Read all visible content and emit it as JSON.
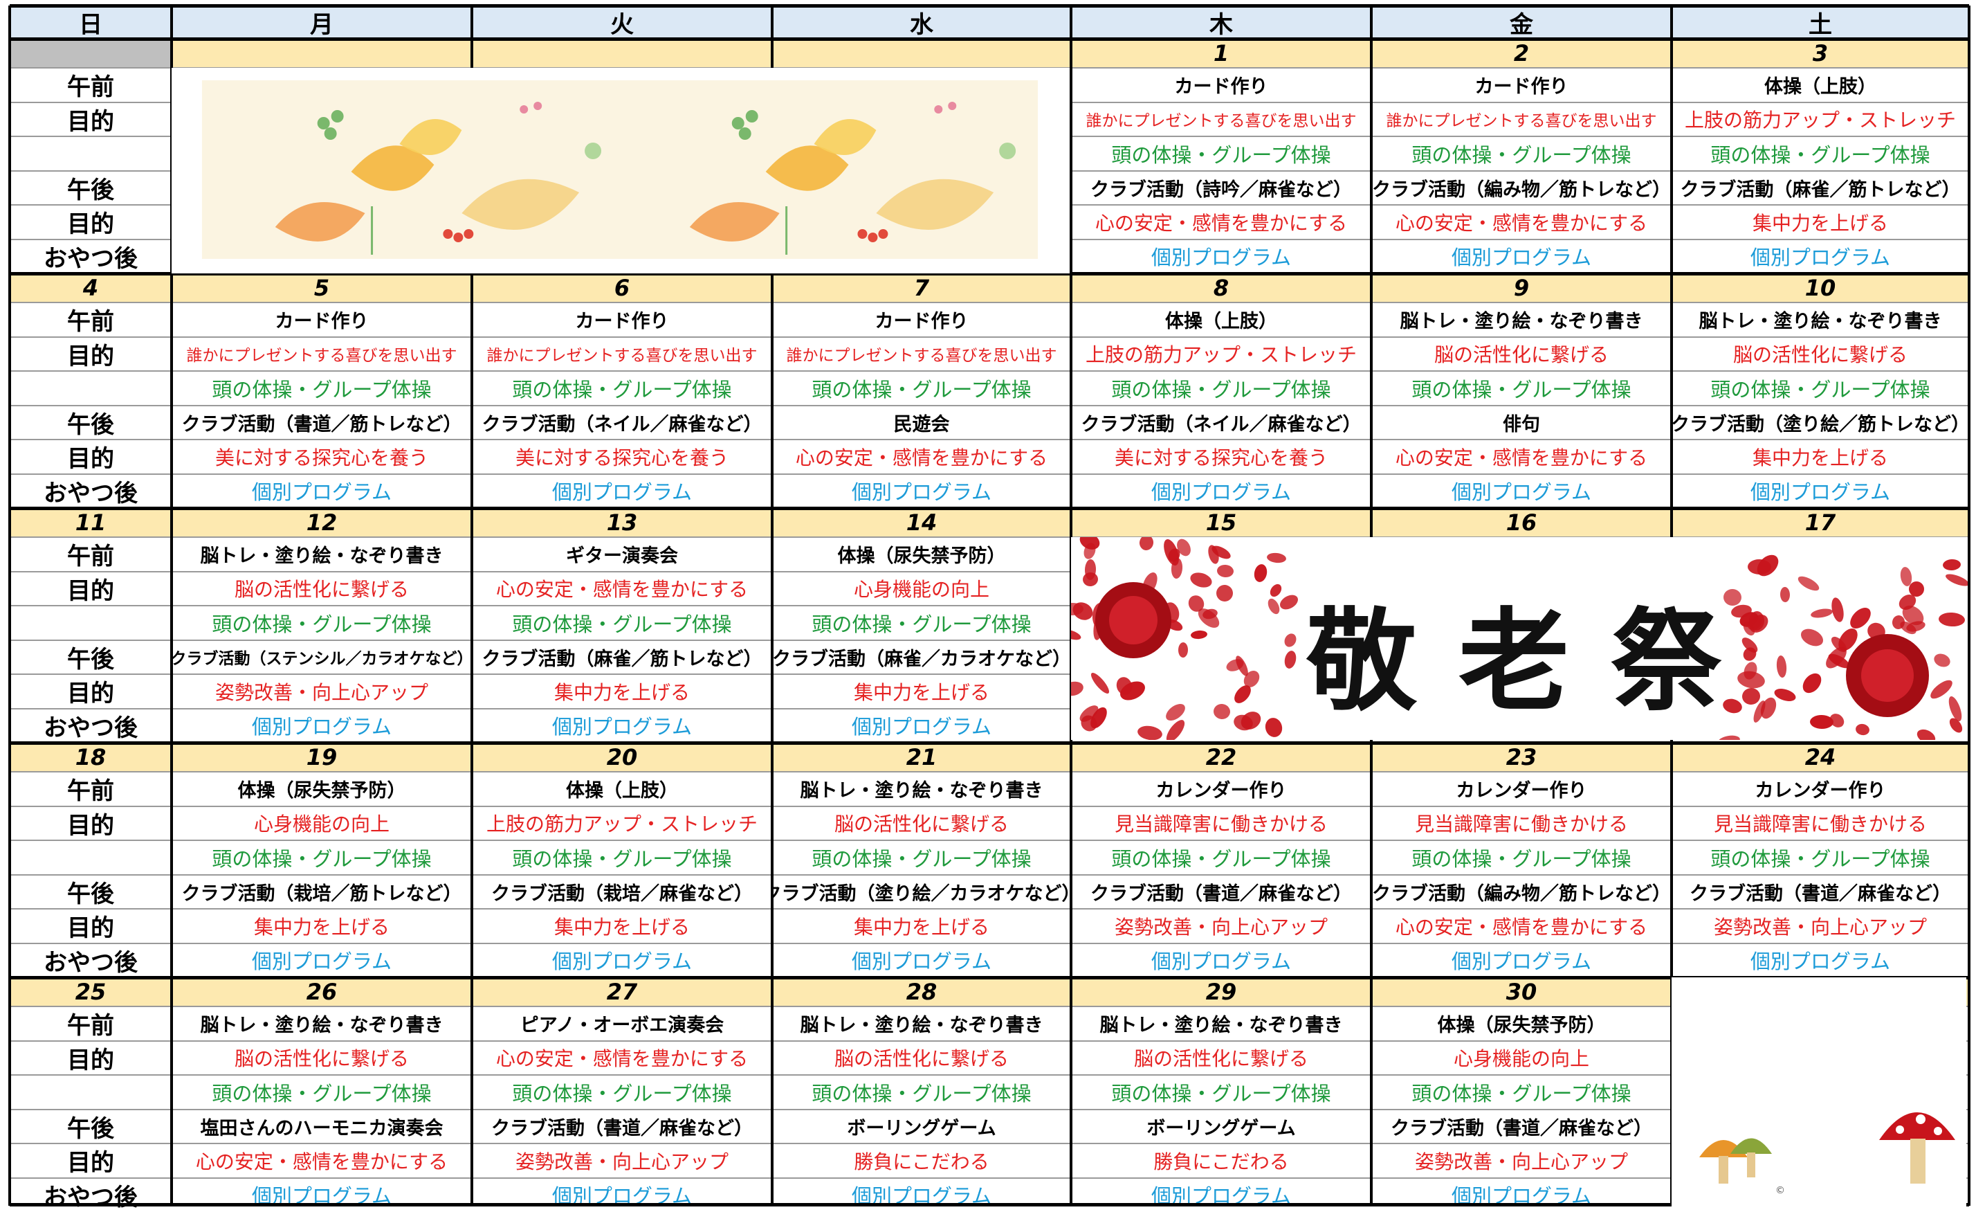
{
  "weekdays": [
    "日",
    "月",
    "火",
    "水",
    "木",
    "金",
    "土"
  ],
  "row_labels": [
    "午前",
    "目的",
    "",
    "午後",
    "目的",
    "おやつ後"
  ],
  "event": {
    "title": "敬老祭",
    "icon": "rose-petals-icon"
  },
  "corner_decor": {
    "icon": "mushroom-icon",
    "credit": "© "
  },
  "banner_decor": {
    "icon": "autumn-leaves-icon"
  },
  "colors": {
    "header_bg": "#dbe8f5",
    "date_bg": "#fde9b0",
    "goal": "#e52222",
    "exercise": "#1f9a3c",
    "individual": "#1b9bd8"
  },
  "weeks": [
    {
      "dates": [
        "",
        "",
        "",
        "",
        "1",
        "2",
        "3"
      ],
      "days": [
        null,
        null,
        null,
        null,
        {
          "am": "カード作り",
          "goal1": "誰かにプレゼントする喜びを思い出す",
          "ex": "頭の体操・グループ体操",
          "pm": "クラブ活動（詩吟／麻雀など）",
          "goal2": "心の安定・感情を豊かにする",
          "ind": "個別プログラム"
        },
        {
          "am": "カード作り",
          "goal1": "誰かにプレゼントする喜びを思い出す",
          "ex": "頭の体操・グループ体操",
          "pm": "クラブ活動（編み物／筋トレなど）",
          "goal2": "心の安定・感情を豊かにする",
          "ind": "個別プログラム"
        },
        {
          "am": "体操（上肢）",
          "goal1": "上肢の筋力アップ・ストレッチ",
          "ex": "頭の体操・グループ体操",
          "pm": "クラブ活動（麻雀／筋トレなど）",
          "goal2": "集中力を上げる",
          "ind": "個別プログラム"
        }
      ]
    },
    {
      "dates": [
        "4",
        "5",
        "6",
        "7",
        "8",
        "9",
        "10"
      ],
      "days": [
        null,
        {
          "am": "カード作り",
          "goal1": "誰かにプレゼントする喜びを思い出す",
          "ex": "頭の体操・グループ体操",
          "pm": "クラブ活動（書道／筋トレなど）",
          "goal2": "美に対する探究心を養う",
          "ind": "個別プログラム"
        },
        {
          "am": "カード作り",
          "goal1": "誰かにプレゼントする喜びを思い出す",
          "ex": "頭の体操・グループ体操",
          "pm": "クラブ活動（ネイル／麻雀など）",
          "goal2": "美に対する探究心を養う",
          "ind": "個別プログラム"
        },
        {
          "am": "カード作り",
          "goal1": "誰かにプレゼントする喜びを思い出す",
          "ex": "頭の体操・グループ体操",
          "pm": "民遊会",
          "goal2": "心の安定・感情を豊かにする",
          "ind": "個別プログラム"
        },
        {
          "am": "体操（上肢）",
          "goal1": "上肢の筋力アップ・ストレッチ",
          "ex": "頭の体操・グループ体操",
          "pm": "クラブ活動（ネイル／麻雀など）",
          "goal2": "美に対する探究心を養う",
          "ind": "個別プログラム"
        },
        {
          "am": "脳トレ・塗り絵・なぞり書き",
          "goal1": "脳の活性化に繋げる",
          "ex": "頭の体操・グループ体操",
          "pm": "俳句",
          "goal2": "心の安定・感情を豊かにする",
          "ind": "個別プログラム"
        },
        {
          "am": "脳トレ・塗り絵・なぞり書き",
          "goal1": "脳の活性化に繋げる",
          "ex": "頭の体操・グループ体操",
          "pm": "クラブ活動（塗り絵／筋トレなど）",
          "goal2": "集中力を上げる",
          "ind": "個別プログラム"
        }
      ]
    },
    {
      "dates": [
        "11",
        "12",
        "13",
        "14",
        "15",
        "16",
        "17"
      ],
      "days": [
        null,
        {
          "am": "脳トレ・塗り絵・なぞり書き",
          "goal1": "脳の活性化に繋げる",
          "ex": "頭の体操・グループ体操",
          "pm": "クラブ活動（ステンシル／カラオケなど）",
          "goal2": "姿勢改善・向上心アップ",
          "ind": "個別プログラム"
        },
        {
          "am": "ギター演奏会",
          "goal1": "心の安定・感情を豊かにする",
          "ex": "頭の体操・グループ体操",
          "pm": "クラブ活動（麻雀／筋トレなど）",
          "goal2": "集中力を上げる",
          "ind": "個別プログラム"
        },
        {
          "am": "体操（尿失禁予防）",
          "goal1": "心身機能の向上",
          "ex": "頭の体操・グループ体操",
          "pm": "クラブ活動（麻雀／カラオケなど）",
          "goal2": "集中力を上げる",
          "ind": "個別プログラム"
        },
        null,
        null,
        null
      ]
    },
    {
      "dates": [
        "18",
        "19",
        "20",
        "21",
        "22",
        "23",
        "24"
      ],
      "days": [
        null,
        {
          "am": "体操（尿失禁予防）",
          "goal1": "心身機能の向上",
          "ex": "頭の体操・グループ体操",
          "pm": "クラブ活動（栽培／筋トレなど）",
          "goal2": "集中力を上げる",
          "ind": "個別プログラム"
        },
        {
          "am": "体操（上肢）",
          "goal1": "上肢の筋力アップ・ストレッチ",
          "ex": "頭の体操・グループ体操",
          "pm": "クラブ活動（栽培／麻雀など）",
          "goal2": "集中力を上げる",
          "ind": "個別プログラム"
        },
        {
          "am": "脳トレ・塗り絵・なぞり書き",
          "goal1": "脳の活性化に繋げる",
          "ex": "頭の体操・グループ体操",
          "pm": "クラブ活動（塗り絵／カラオケなど）",
          "goal2": "集中力を上げる",
          "ind": "個別プログラム"
        },
        {
          "am": "カレンダー作り",
          "goal1": "見当識障害に働きかける",
          "ex": "頭の体操・グループ体操",
          "pm": "クラブ活動（書道／麻雀など）",
          "goal2": "姿勢改善・向上心アップ",
          "ind": "個別プログラム"
        },
        {
          "am": "カレンダー作り",
          "goal1": "見当識障害に働きかける",
          "ex": "頭の体操・グループ体操",
          "pm": "クラブ活動（編み物／筋トレなど）",
          "goal2": "心の安定・感情を豊かにする",
          "ind": "個別プログラム"
        },
        {
          "am": "カレンダー作り",
          "goal1": "見当識障害に働きかける",
          "ex": "頭の体操・グループ体操",
          "pm": "クラブ活動（書道／麻雀など）",
          "goal2": "姿勢改善・向上心アップ",
          "ind": "個別プログラム"
        }
      ]
    },
    {
      "dates": [
        "25",
        "26",
        "27",
        "28",
        "29",
        "30",
        ""
      ],
      "days": [
        null,
        {
          "am": "脳トレ・塗り絵・なぞり書き",
          "goal1": "脳の活性化に繋げる",
          "ex": "頭の体操・グループ体操",
          "pm": "塩田さんのハーモニカ演奏会",
          "goal2": "心の安定・感情を豊かにする",
          "ind": "個別プログラム"
        },
        {
          "am": "ピアノ・オーボエ演奏会",
          "goal1": "心の安定・感情を豊かにする",
          "ex": "頭の体操・グループ体操",
          "pm": "クラブ活動（書道／麻雀など）",
          "goal2": "姿勢改善・向上心アップ",
          "ind": "個別プログラム"
        },
        {
          "am": "脳トレ・塗り絵・なぞり書き",
          "goal1": "脳の活性化に繋げる",
          "ex": "頭の体操・グループ体操",
          "pm": "ボーリングゲーム",
          "goal2": "勝負にこだわる",
          "ind": "個別プログラム"
        },
        {
          "am": "脳トレ・塗り絵・なぞり書き",
          "goal1": "脳の活性化に繋げる",
          "ex": "頭の体操・グループ体操",
          "pm": "ボーリングゲーム",
          "goal2": "勝負にこだわる",
          "ind": "個別プログラム"
        },
        {
          "am": "体操（尿失禁予防）",
          "goal1": "心身機能の向上",
          "ex": "頭の体操・グループ体操",
          "pm": "クラブ活動（書道／麻雀など）",
          "goal2": "姿勢改善・向上心アップ",
          "ind": "個別プログラム"
        },
        null
      ]
    }
  ]
}
